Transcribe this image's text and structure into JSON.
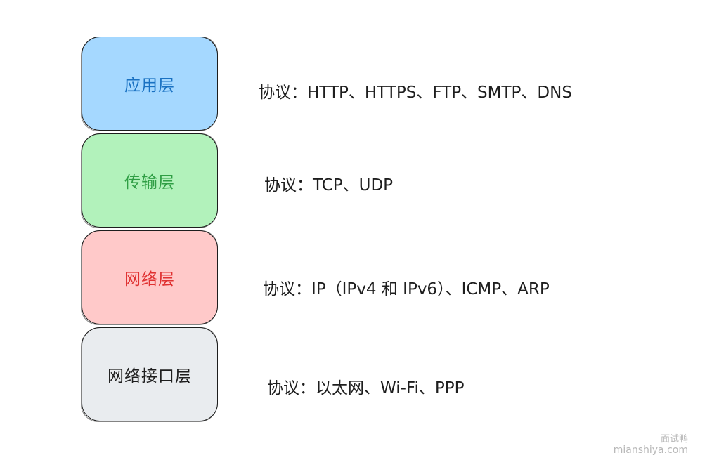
{
  "layers": [
    {
      "name": "应用层",
      "protocols": "协议：HTTP、HTTPS、FTP、SMTP、DNS",
      "fill": "#a5d8ff",
      "text_color": "#1971c2"
    },
    {
      "name": "传输层",
      "protocols": "协议：TCP、UDP",
      "fill": "#b2f2bb",
      "text_color": "#2f9e44"
    },
    {
      "name": "网络层",
      "protocols": "协议：IP（IPv4 和 IPv6）、ICMP、ARP",
      "fill": "#ffc9c9",
      "text_color": "#e03131"
    },
    {
      "name": "网络接口层",
      "protocols": "协议：以太网、Wi-Fi、PPP",
      "fill": "#e9ecef",
      "text_color": "#1e1e1e"
    }
  ],
  "watermark": {
    "line1": "面试鸭",
    "line2": "mianshiya.com"
  }
}
